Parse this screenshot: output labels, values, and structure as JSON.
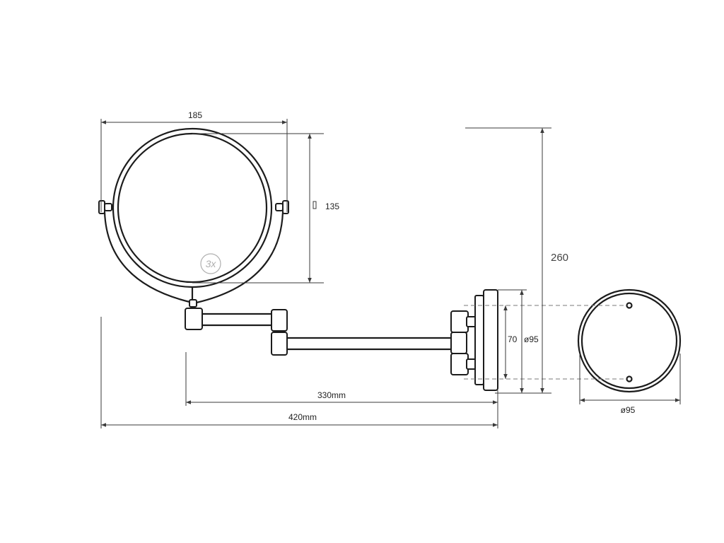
{
  "dimensions": {
    "mirror_width": "185",
    "mirror_height": "135",
    "total_height": "260",
    "plate_inner": "70",
    "plate_diameter_side": "ø95",
    "reach_arm": "330mm",
    "reach_total": "420mm",
    "plate_diameter_front": "ø95"
  },
  "magnification": "3x"
}
